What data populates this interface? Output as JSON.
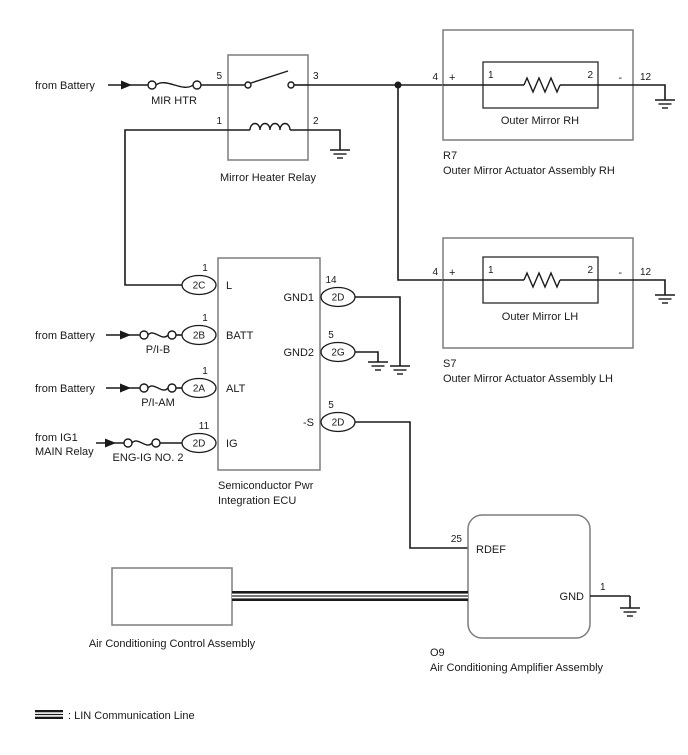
{
  "colors": {
    "wire": "#1a1a1a",
    "box_outline": "#7d7d7d",
    "text": "#1a1a1a",
    "background": "#ffffff"
  },
  "sources": {
    "battery_top": "from Battery",
    "battery_pib": "from Battery",
    "battery_piam": "from Battery",
    "ig1_line1": "from IG1",
    "ig1_line2": "MAIN Relay"
  },
  "fuses": {
    "mir_htr": "MIR HTR",
    "pib": "P/I-B",
    "piam": "P/I-AM",
    "engig": "ENG-IG NO. 2"
  },
  "relay": {
    "name": "Mirror Heater Relay",
    "pin5": "5",
    "pin3": "3",
    "pin1": "1",
    "pin2": "2"
  },
  "mirror_rh": {
    "code": "R7",
    "assembly": "Outer Mirror Actuator Assembly RH",
    "inner": "Outer Mirror RH",
    "pin4": "4",
    "plus": "+",
    "pin1": "1",
    "pin2": "2",
    "minus": "-",
    "pin12": "12"
  },
  "mirror_lh": {
    "code": "S7",
    "assembly": "Outer Mirror Actuator Assembly LH",
    "inner": "Outer Mirror LH",
    "pin4": "4",
    "plus": "+",
    "pin1": "1",
    "pin2": "2",
    "minus": "-",
    "pin12": "12"
  },
  "ecu": {
    "name_line1": "Semiconductor Pwr",
    "name_line2": "Integration ECU",
    "pin_l": {
      "num": "1",
      "conn": "2C",
      "label": "L"
    },
    "pin_batt": {
      "num": "1",
      "conn": "2B",
      "label": "BATT"
    },
    "pin_alt": {
      "num": "1",
      "conn": "2A",
      "label": "ALT"
    },
    "pin_ig": {
      "num": "11",
      "conn": "2D",
      "label": "IG"
    },
    "pin_gnd1": {
      "num": "14",
      "conn": "2D",
      "label": "GND1"
    },
    "pin_gnd2": {
      "num": "5",
      "conn": "2G",
      "label": "GND2"
    },
    "pin_s": {
      "num": "5",
      "conn": "2D",
      "label": "-S"
    }
  },
  "amplifier": {
    "code": "O9",
    "name": "Air Conditioning Amplifier Assembly",
    "pin25": "25",
    "rdef": "RDEF",
    "gnd": "GND",
    "pin1": "1"
  },
  "control": {
    "name": "Air Conditioning Control Assembly"
  },
  "legend": {
    "lin": ": LIN Communication Line"
  }
}
